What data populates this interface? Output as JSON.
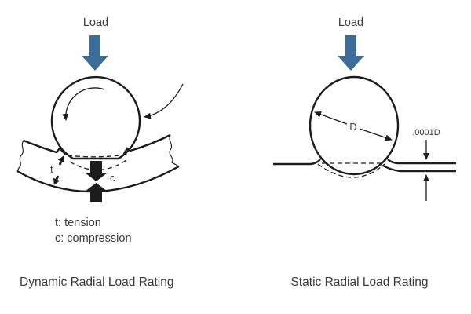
{
  "colors": {
    "load_arrow": "#3a6d99",
    "ink": "#1c1c1c",
    "text": "#3a3a3a"
  },
  "left_diagram": {
    "load_label": "Load",
    "tension_symbol": "t",
    "compression_symbol": "c",
    "legend_line1": "t: tension",
    "legend_line2": "c: compression",
    "caption": "Dynamic Radial Load Rating"
  },
  "right_diagram": {
    "load_label": "Load",
    "diameter_label": "D",
    "indentation_label": ".0001D",
    "caption": "Static Radial Load Rating"
  }
}
